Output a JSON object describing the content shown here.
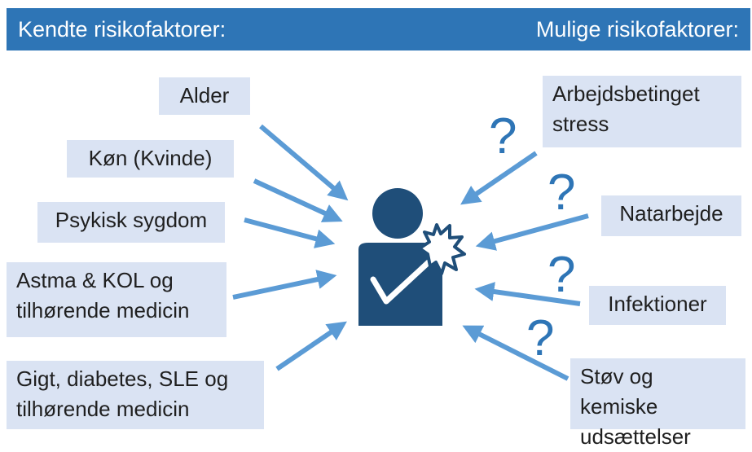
{
  "header": {
    "known_title": "Kendte risikofaktorer:",
    "possible_title": "Mulige risikofaktorer:"
  },
  "known_factors": [
    "Alder",
    "Køn (Kvinde)",
    "Psykisk sygdom",
    "Astma & KOL og\ntilhørende medicin",
    "Gigt, diabetes, SLE og\ntilhørende medicin"
  ],
  "possible_factors": [
    "Arbejdsbetinget\nstress",
    "Natarbejde",
    "Infektioner",
    "Støv og kemiske\nudsættelser"
  ],
  "question_mark": "?",
  "colors": {
    "header_bg": "#2e75b6",
    "box_bg": "#dae3f3",
    "arrow": "#5b9bd5",
    "icon": "#1f4e79",
    "question": "#2e75b6"
  },
  "icons": {
    "person": "person-with-pain-icon",
    "pain": "pain-burst-icon"
  }
}
